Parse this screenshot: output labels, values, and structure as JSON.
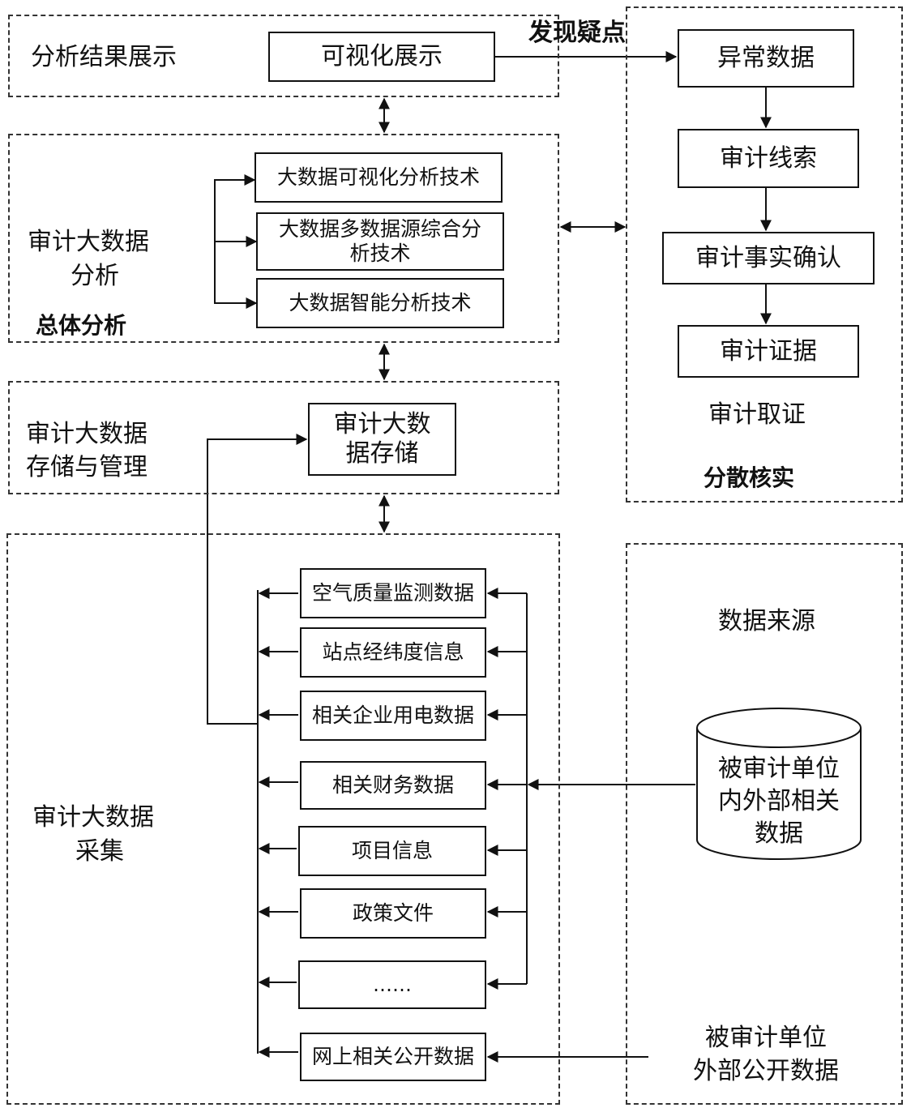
{
  "regions": {
    "result_display": {
      "title": "分析结果展示",
      "box": "可视化展示"
    },
    "overall_analysis": {
      "title_line1": "审计大数据",
      "title_line2": "分析",
      "caption": "总体分析",
      "techniques": [
        {
          "line1": "大数据可视化分析技术",
          "line2": ""
        },
        {
          "line1": "大数据多数据源综合分",
          "line2": "析技术"
        },
        {
          "line1": "大数据智能分析技术",
          "line2": ""
        }
      ]
    },
    "storage": {
      "title_line1": "审计大数据",
      "title_line2": "存储与管理",
      "box_line1": "审计大数",
      "box_line2": "据存储"
    },
    "collection": {
      "title_line1": "审计大数据",
      "title_line2": "采集",
      "items": [
        "空气质量监测数据",
        "站点经纬度信息",
        "相关企业用电数据",
        "相关财务数据",
        "项目信息",
        "政策文件",
        "……",
        "网上相关公开数据"
      ]
    },
    "verification": {
      "edge_label": "发现疑点",
      "steps": [
        "异常数据",
        "审计线索",
        "审计事实确认",
        "审计证据"
      ],
      "subtitle": "审计取证",
      "caption": "分散核实"
    },
    "data_sources": {
      "title": "数据来源",
      "internal_line1": "被审计单位",
      "internal_line2": "内外部相关",
      "internal_line3": "数据",
      "external_line1": "被审计单位",
      "external_line2": "外部公开数据"
    }
  }
}
